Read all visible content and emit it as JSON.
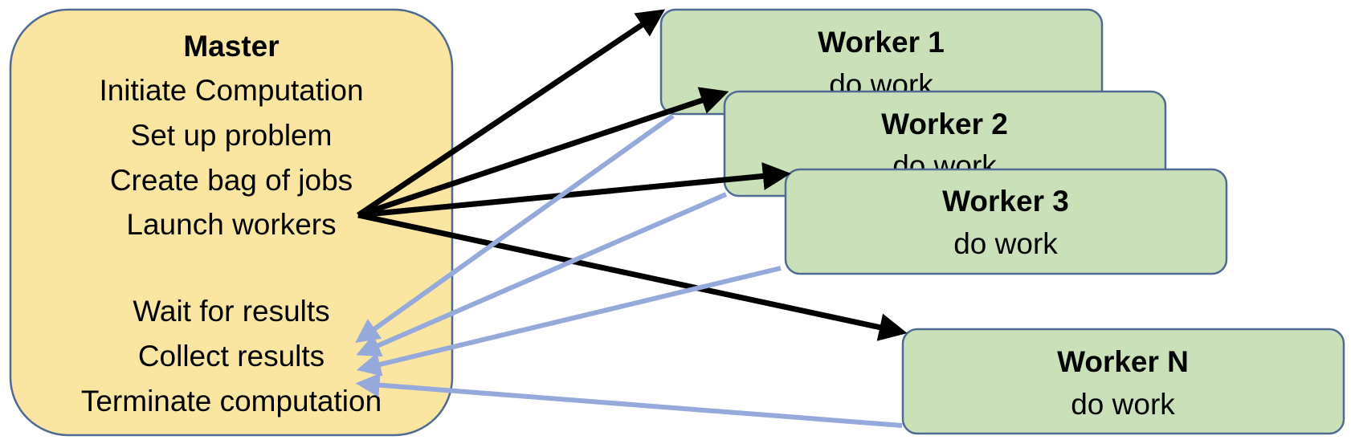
{
  "master": {
    "title": "Master",
    "lines": [
      "Initiate Computation",
      "Set up problem",
      "Create bag of jobs",
      "Launch workers",
      "Wait for results",
      "Collect results",
      "Terminate computation"
    ]
  },
  "workers": [
    {
      "title": "Worker 1",
      "body": "do work"
    },
    {
      "title": "Worker 2",
      "body": "do work"
    },
    {
      "title": "Worker 3",
      "body": "do work"
    },
    {
      "title": "Worker N",
      "body": "do work"
    }
  ],
  "colors": {
    "master_fill": "#fae5a1",
    "worker_fill": "#c9e0b8",
    "box_border": "#4f6b94",
    "launch_arrow": "#000000",
    "result_arrow": "#95a9db"
  }
}
